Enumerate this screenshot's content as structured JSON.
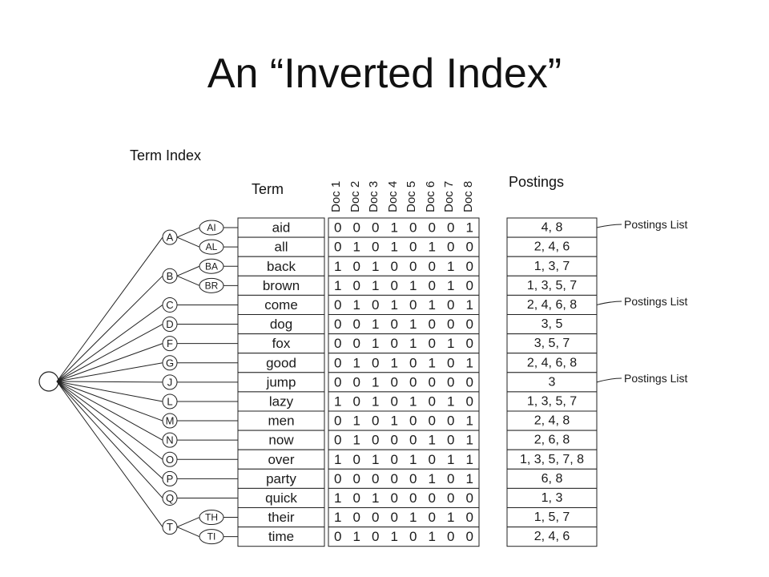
{
  "title": "An “Inverted Index”",
  "term_index_label": "Term Index",
  "term_header": "Term",
  "postings_header": "Postings",
  "doc_headers": [
    "Doc 1",
    "Doc 2",
    "Doc 3",
    "Doc 4",
    "Doc 5",
    "Doc 6",
    "Doc 7",
    "Doc 8"
  ],
  "callouts": [
    "Postings List",
    "Postings List",
    "Postings List"
  ],
  "rows": [
    {
      "term": "aid",
      "bits": "00010001",
      "postings": "4, 8"
    },
    {
      "term": "all",
      "bits": "01010100",
      "postings": "2, 4, 6"
    },
    {
      "term": "back",
      "bits": "10100010",
      "postings": "1, 3, 7"
    },
    {
      "term": "brown",
      "bits": "10101010",
      "postings": "1, 3, 5, 7"
    },
    {
      "term": "come",
      "bits": "01010101",
      "postings": "2, 4, 6, 8"
    },
    {
      "term": "dog",
      "bits": "00101000",
      "postings": "3, 5"
    },
    {
      "term": "fox",
      "bits": "00101010",
      "postings": "3, 5, 7"
    },
    {
      "term": "good",
      "bits": "01010101",
      "postings": "2, 4, 6, 8"
    },
    {
      "term": "jump",
      "bits": "00100000",
      "postings": "3"
    },
    {
      "term": "lazy",
      "bits": "10101010",
      "postings": "1, 3, 5, 7"
    },
    {
      "term": "men",
      "bits": "01010001",
      "postings": "2, 4, 8"
    },
    {
      "term": "now",
      "bits": "01000101",
      "postings": "2, 6, 8"
    },
    {
      "term": "over",
      "bits": "10101011",
      "postings": "1, 3, 5, 7, 8"
    },
    {
      "term": "party",
      "bits": "00000101",
      "postings": "6, 8"
    },
    {
      "term": "quick",
      "bits": "10100000",
      "postings": "1, 3"
    },
    {
      "term": "their",
      "bits": "10001010",
      "postings": "1, 5, 7"
    },
    {
      "term": "time",
      "bits": "01010100",
      "postings": "2, 4, 6"
    }
  ],
  "tree": {
    "root": "",
    "level1": [
      {
        "label": "A",
        "children": [
          {
            "label": "AI",
            "row": 0
          },
          {
            "label": "AL",
            "row": 1
          }
        ]
      },
      {
        "label": "B",
        "children": [
          {
            "label": "BA",
            "row": 2
          },
          {
            "label": "BR",
            "row": 3
          }
        ]
      },
      {
        "label": "C",
        "row": 4
      },
      {
        "label": "D",
        "row": 5
      },
      {
        "label": "F",
        "row": 6
      },
      {
        "label": "G",
        "row": 7
      },
      {
        "label": "J",
        "row": 8
      },
      {
        "label": "L",
        "row": 9
      },
      {
        "label": "M",
        "row": 10
      },
      {
        "label": "N",
        "row": 11
      },
      {
        "label": "O",
        "row": 12
      },
      {
        "label": "P",
        "row": 13
      },
      {
        "label": "Q",
        "row": 14
      },
      {
        "label": "T",
        "children": [
          {
            "label": "TH",
            "row": 15
          },
          {
            "label": "TI",
            "row": 16
          }
        ]
      }
    ]
  }
}
